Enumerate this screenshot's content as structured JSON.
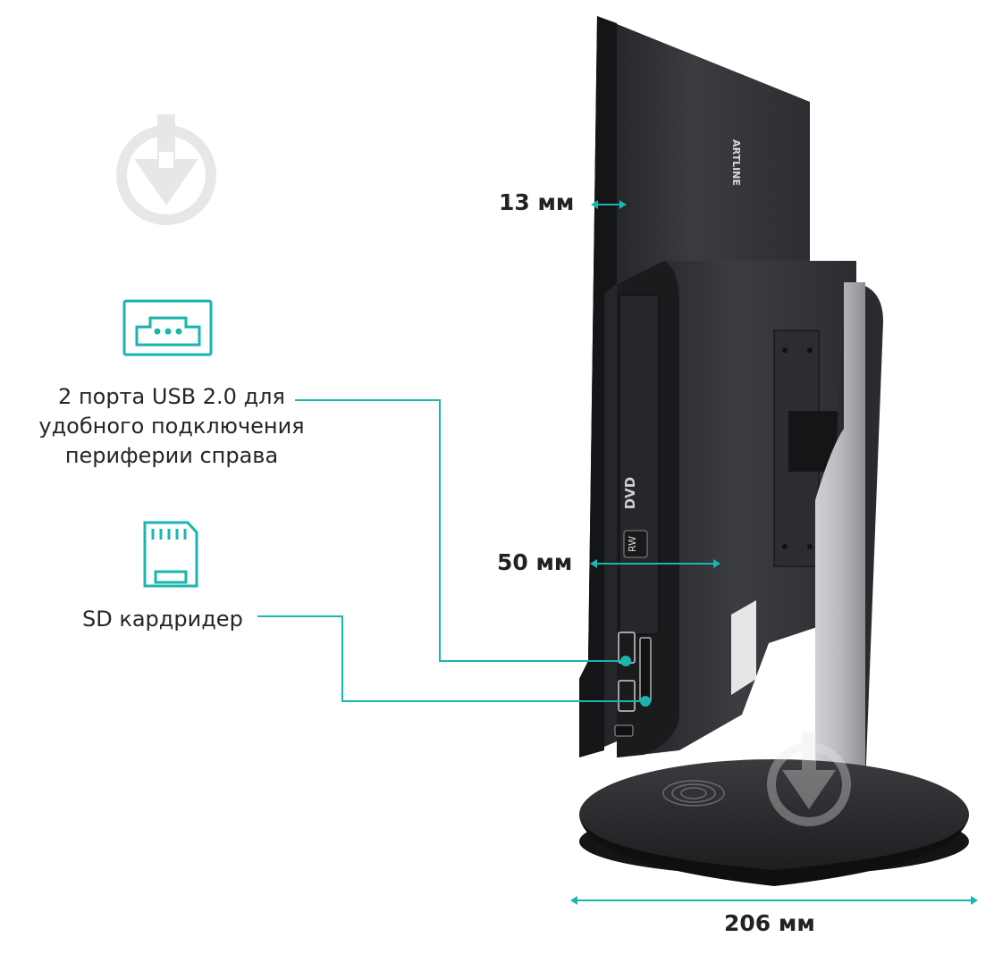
{
  "features": {
    "usb": {
      "icon": "usb-port-icon",
      "caption_lines": [
        "2 порта USB 2.0 для",
        "удобного подключения",
        "периферии справа"
      ]
    },
    "sd": {
      "icon": "sd-card-icon",
      "caption": "SD кардридер"
    }
  },
  "dimensions": {
    "panel_thickness": "13 мм",
    "body_depth": "50 мм",
    "stand_depth": "206 мм"
  },
  "product": {
    "brand_logo_text": "ARTLINE",
    "drive_logo_text": "DVD",
    "drive_badge_text": "RW"
  },
  "colors": {
    "accent": "#18b6ae",
    "text": "#262626",
    "watermark": "#e6e6e6",
    "device_dark": "#2a2b2e",
    "stand_silver": "#a9abae"
  }
}
